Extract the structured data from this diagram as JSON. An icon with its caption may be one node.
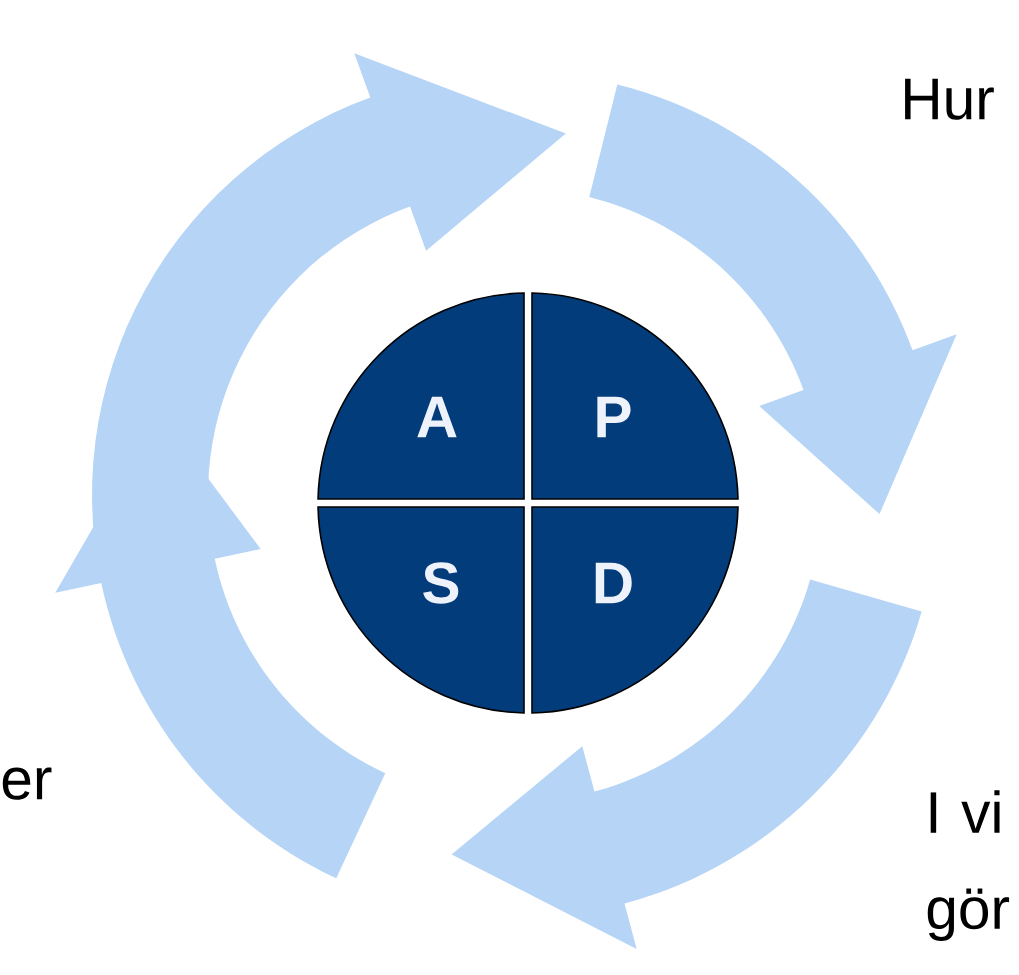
{
  "diagram": {
    "nodes": [
      {
        "text": [
          "A"
        ]
      },
      {
        "text": [
          "P"
        ]
      },
      {
        "text": [
          "S"
        ]
      },
      {
        "text": [
          "D"
        ]
      }
    ],
    "labels": [
      "Hur",
      "er",
      "I vi gör"
    ]
  }
}
